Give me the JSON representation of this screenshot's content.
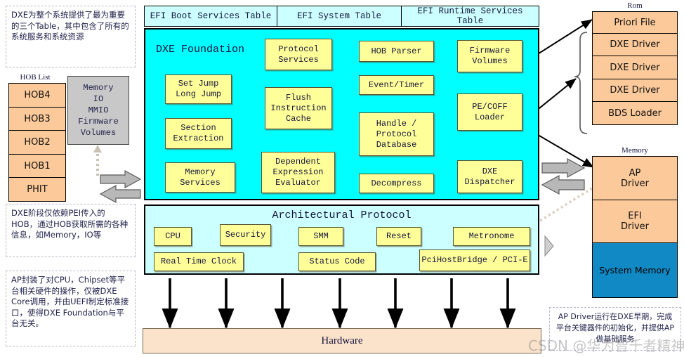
{
  "notes": {
    "dxe_tables": "DXE为整个系统提供了最为重要的三个Table，其中包含了所有的系统服务和系统资源",
    "hob_dependency": "DXE阶段仅依赖PEI传入的HOB，通过HOB获取所需的各种信息，如Memory，IO等",
    "ap_description": "AP封装了对CPU，Chipset等平台相关硬件的操作，仅被DXE Core调用，并由UEFI制定标准接口，使得DXE Foundation与平台无关。",
    "ap_driver_note": "AP Driver运行在DXE早期，完成平台关键器件的初始化，并提供AP做基础服务"
  },
  "hob_list": {
    "caption": "HOB List",
    "items": [
      "HOB4",
      "HOB3",
      "HOB2",
      "HOB1",
      "PHIT"
    ]
  },
  "memory_resource_box": {
    "lines": [
      "Memory",
      "IO",
      "MMIO",
      "Firmware",
      "Volumes"
    ]
  },
  "tabs": [
    {
      "label": "EFI Boot Services Table"
    },
    {
      "label": "EFI System Table"
    },
    {
      "label": "EFI Runtime Services Table"
    }
  ],
  "dxe_foundation": {
    "title": "DXE Foundation",
    "col1": [
      "Set Jump\nLong Jump",
      "Section\nExtraction",
      "Memory\nServices"
    ],
    "col2": [
      "Protocol\nServices",
      "Flush\nInstruction\nCache",
      "Dependent\nExpression\nEvaluator"
    ],
    "col3": [
      "HOB Parser",
      "Event/Timer",
      "Handle /\nProtocol\nDatabase",
      "Decompress"
    ],
    "col4": [
      "Firmware\nVolumes",
      "PE/COFF\nLoader",
      "DXE\nDispatcher"
    ],
    "boxes": {
      "set_jump": "Set Jump\nLong Jump",
      "section_extraction": "Section\nExtraction",
      "memory_services": "Memory\nServices",
      "protocol_services": "Protocol\nServices",
      "flush_instruction_cache": "Flush\nInstruction\nCache",
      "dependent_expression_evaluator": "Dependent\nExpression\nEvaluator",
      "hob_parser": "HOB Parser",
      "event_timer": "Event/Timer",
      "handle_protocol_database": "Handle /\nProtocol\nDatabase",
      "decompress": "Decompress",
      "firmware_volumes": "Firmware\nVolumes",
      "pecoff_loader": "PE/COFF\nLoader",
      "dxe_dispatcher": "DXE\nDispatcher"
    }
  },
  "architectural_protocol": {
    "title": "Architectural Protocol",
    "row1": [
      "CPU",
      "Security",
      "SMM",
      "Reset",
      "Metronome"
    ],
    "row2": [
      "Real Time Clock",
      "Status Code",
      "PciHostBridge / PCI-E"
    ],
    "boxes": {
      "cpu": "CPU",
      "security": "Security",
      "smm": "SMM",
      "reset": "Reset",
      "metronome": "Metronome",
      "real_time_clock": "Real Time Clock",
      "status_code": "Status Code",
      "pci_host_bridge": "PciHostBridge / PCI-E"
    }
  },
  "hardware": {
    "label": "Hardware"
  },
  "rom": {
    "caption": "Rom",
    "items": [
      "Priori File",
      "DXE Driver",
      "DXE Driver",
      "DXE Driver",
      "BDS Loader"
    ]
  },
  "memory": {
    "caption": "Memory",
    "items": [
      {
        "label": "AP\nDriver",
        "kind": "orange"
      },
      {
        "label": "EFI\nDriver",
        "kind": "orange"
      },
      {
        "label": "System Memory",
        "kind": "blue"
      }
    ],
    "ap_driver_line1": "AP",
    "ap_driver_line2": "Driver",
    "efi_driver_line1": "EFI",
    "efi_driver_line2": "Driver",
    "system_memory": "System Memory"
  },
  "watermark": {
    "text": "CSDN @华为智千者精神"
  },
  "colors": {
    "cyan_panel": "#00ffff",
    "light_cyan": "#ccffff",
    "yellow_box": "#ffff99",
    "orange_cell": "#fbc99a",
    "blue_cell": "#1189c4",
    "hardware_bar": "#fbe2cb",
    "gray_box": "#c8c8c8"
  }
}
